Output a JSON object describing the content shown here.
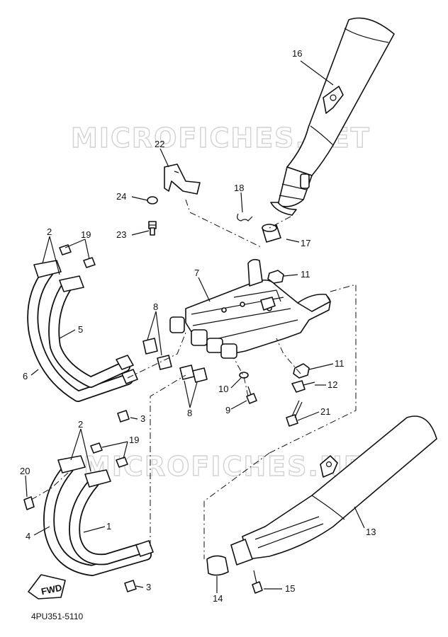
{
  "watermark": "MICROFICHES.NET",
  "footer_code": "4PU351-5110",
  "fwd_label": "FWD",
  "callouts": [
    "1",
    "2",
    "2",
    "3",
    "3",
    "4",
    "5",
    "6",
    "7",
    "8",
    "8",
    "9",
    "10",
    "11",
    "11",
    "12",
    "13",
    "14",
    "15",
    "16",
    "17",
    "18",
    "19",
    "19",
    "20",
    "21",
    "22",
    "23",
    "24"
  ]
}
